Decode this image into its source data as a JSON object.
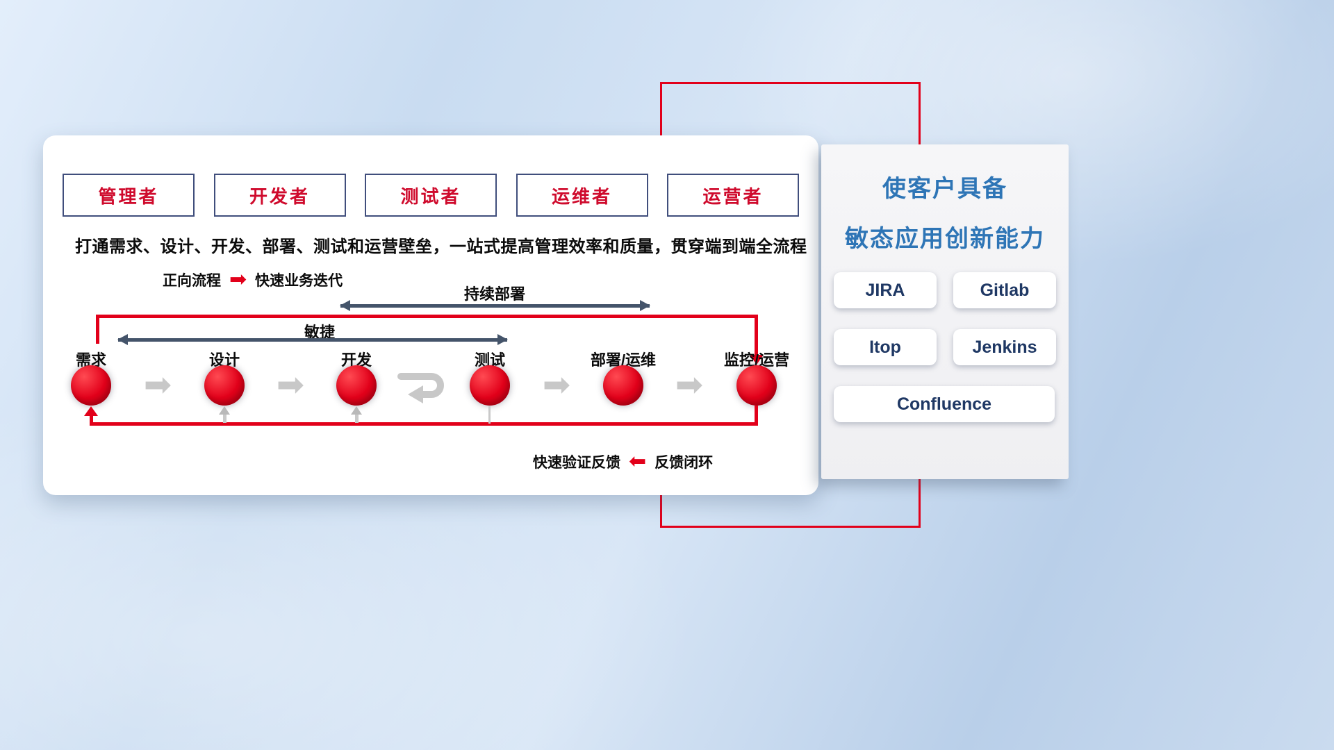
{
  "colors": {
    "red": "#e2001a",
    "navy": "#44546a",
    "blue": "#2e75b6",
    "dark_navy": "#1f3864"
  },
  "icons": {
    "block_arrow": "➡"
  },
  "roles": [
    "管理者",
    "开发者",
    "测试者",
    "运维者",
    "运营者"
  ],
  "subtitle": "打通需求、设计、开发、部署、测试和运营壁垒，一站式提高管理效率和质量，贯穿端到端全流程",
  "legend": {
    "forward_label": "正向流程",
    "forward_desc": "快速业务迭代",
    "feedback_desc": "快速验证反馈",
    "feedback_label": "反馈闭环"
  },
  "flow": {
    "cd_label": "持续部署",
    "agile_label": "敏捷",
    "stages": [
      "需求",
      "设计",
      "开发",
      "测试",
      "部署/运维",
      "监控/运营"
    ]
  },
  "panel": {
    "title_line1": "使客户具备",
    "title_line2": "敏态应用创新能力",
    "tools": [
      "JIRA",
      "Gitlab",
      "Itop",
      "Jenkins",
      "Confluence"
    ]
  }
}
